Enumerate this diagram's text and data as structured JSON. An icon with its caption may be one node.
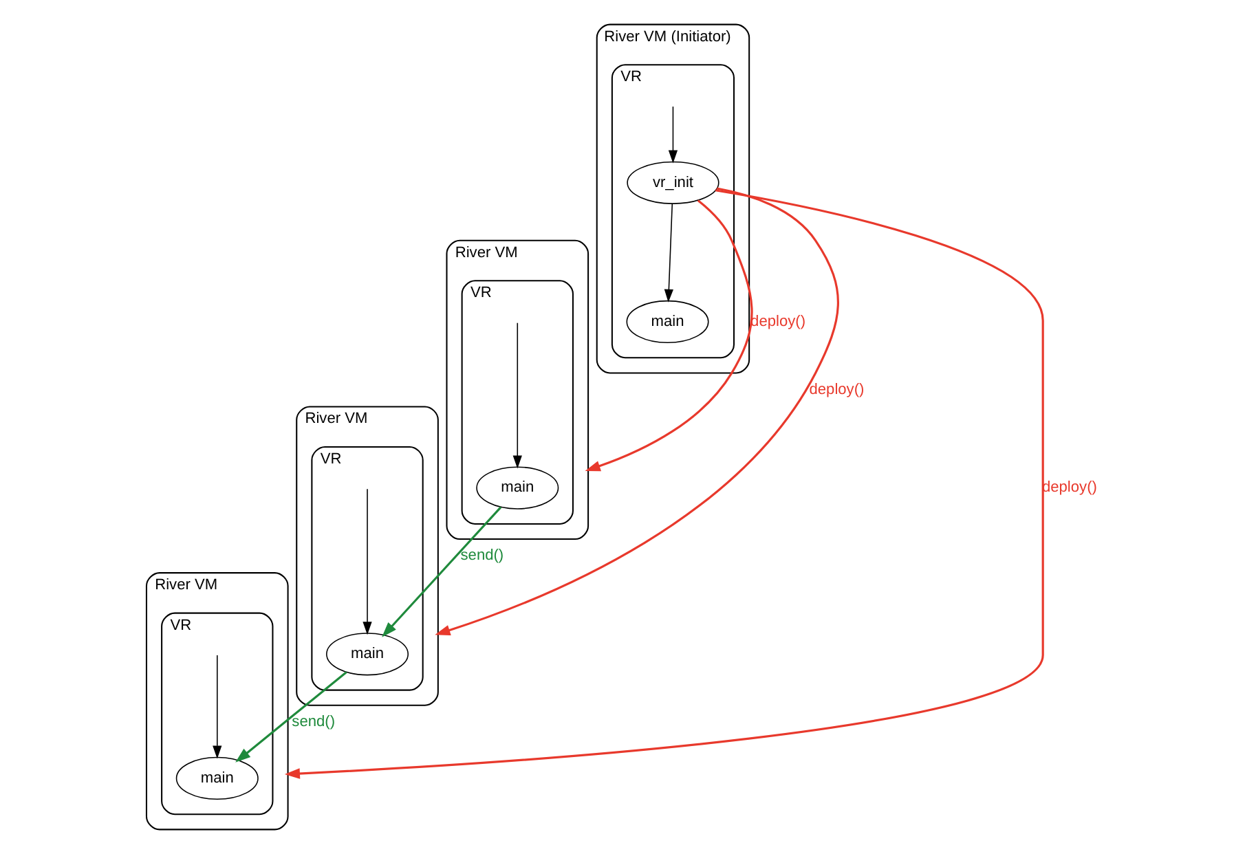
{
  "diagram": {
    "nodes": [
      {
        "text": [
          "River VM (Initiator)"
        ]
      },
      {
        "text": [
          "VR"
        ],
        "in": 0
      },
      {
        "text": [
          "vr_init"
        ],
        "in": 1
      },
      {
        "text": [
          "main"
        ],
        "in": 1
      },
      {
        "text": [
          "River VM"
        ]
      },
      {
        "text": [
          "VR"
        ],
        "in": 4
      },
      {
        "text": [
          "main"
        ],
        "in": 5
      },
      {
        "text": [
          "River VM"
        ]
      },
      {
        "text": [
          "VR"
        ],
        "in": 7
      },
      {
        "text": [
          "main"
        ],
        "in": 8
      },
      {
        "text": [
          "River VM"
        ]
      },
      {
        "text": [
          "VR"
        ],
        "in": 10
      },
      {
        "text": [
          "main"
        ],
        "in": 11
      }
    ],
    "edges": [
      {
        "from": null,
        "to": 2,
        "arrow": "to"
      },
      {
        "from": 2,
        "to": 3,
        "arrow": "to"
      },
      {
        "from": 2,
        "to": 4,
        "arrow": "to",
        "label": "deploy()",
        "color": "#e8392c"
      },
      {
        "from": null,
        "to": 6,
        "arrow": "to"
      },
      {
        "from": 6,
        "to": 9,
        "arrow": "to",
        "label": "send()",
        "color": "#1f8a3c"
      },
      {
        "from": 2,
        "to": 7,
        "arrow": "to",
        "label": "deploy()",
        "color": "#e8392c"
      },
      {
        "from": null,
        "to": 9,
        "arrow": "to"
      },
      {
        "from": 2,
        "to": 10,
        "arrow": "to",
        "label": "deploy()",
        "color": "#e8392c"
      },
      {
        "from": null,
        "to": 12,
        "arrow": "to"
      },
      {
        "from": 9,
        "to": 12,
        "arrow": "to",
        "label": "send()",
        "color": "#1f8a3c"
      }
    ]
  }
}
